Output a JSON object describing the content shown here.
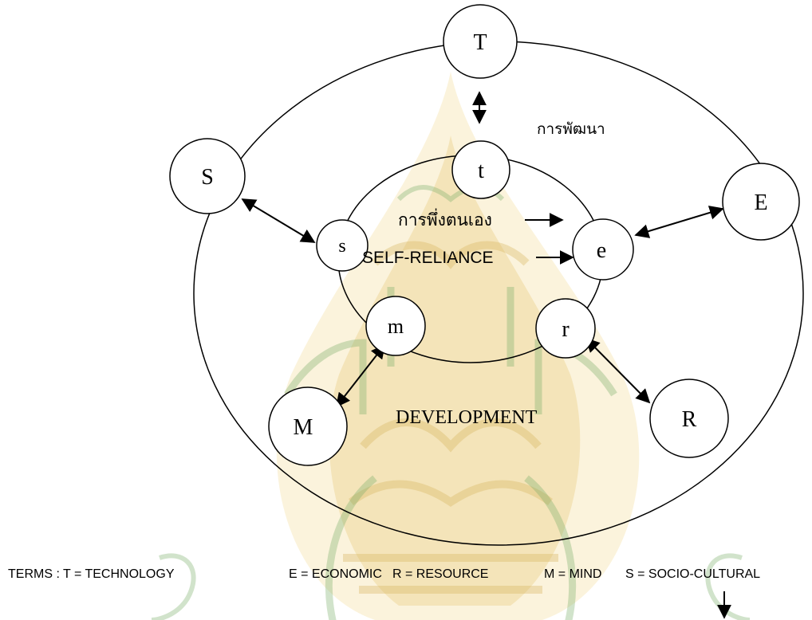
{
  "diagram": {
    "outer_nodes": {
      "T": "T",
      "S": "S",
      "E": "E",
      "M": "M",
      "R": "R"
    },
    "inner_nodes": {
      "t": "t",
      "s": "s",
      "e": "e",
      "m": "m",
      "r": "r"
    },
    "labels": {
      "development_thai": "การพัฒนา",
      "self_reliance_thai": "การพึ่งตนเอง",
      "self_reliance": "SELF-RELIANCE",
      "development": "DEVELOPMENT"
    },
    "terms": {
      "prefix": "TERMS : T = TECHNOLOGY",
      "economic": "E = ECONOMIC",
      "resource": "R = RESOURCE",
      "mind": "M = MIND",
      "socio": "S = SOCIO-CULTURAL"
    },
    "colors": {
      "watermark_gold": "#e8c878",
      "watermark_green": "#7cae6a",
      "line": "#000000"
    }
  }
}
